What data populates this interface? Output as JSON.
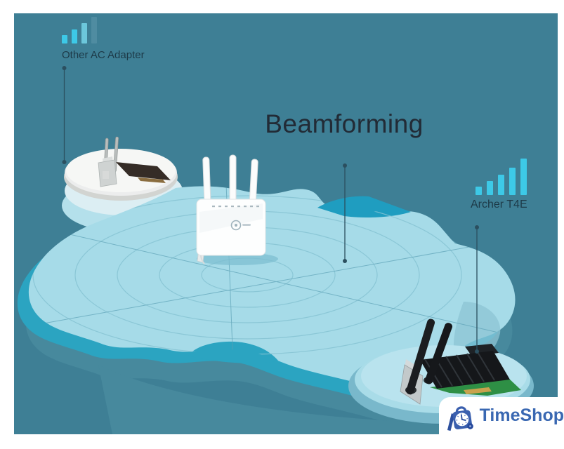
{
  "page": {
    "title_text": "Beamforming"
  },
  "callouts": {
    "other": {
      "label": "Other AC Adapter"
    },
    "archer": {
      "label": "Archer T4E"
    }
  },
  "branding": {
    "logo_text": "TimeShop"
  },
  "signals": {
    "other": {
      "bars": [
        {
          "h": 12,
          "state": "lit"
        },
        {
          "h": 20,
          "state": "lit"
        },
        {
          "h": 29,
          "state": "dim"
        },
        {
          "h": 38,
          "state": "off"
        }
      ]
    },
    "archer": {
      "bars": [
        {
          "h": 12,
          "state": "lit"
        },
        {
          "h": 20,
          "state": "lit"
        },
        {
          "h": 29,
          "state": "lit"
        },
        {
          "h": 39,
          "state": "lit"
        },
        {
          "h": 52,
          "state": "lit"
        }
      ]
    }
  },
  "colors": {
    "background": "#3e7f95",
    "pool": "#a6dbe8",
    "pool-mid": "#2ba4c1",
    "pool-shadow": "#47899d",
    "ring-stroke": "#86c3d3",
    "bar-lit": "#3dc9e7",
    "bar-dim": "#6cc7db",
    "bar-off": "#4f8ca1",
    "label-text": "#1d3a48",
    "title-text": "#222b36",
    "callout": "#2b4f5f",
    "logo-blue": "#3a68b2",
    "logo-dark": "#2c4f9e"
  }
}
